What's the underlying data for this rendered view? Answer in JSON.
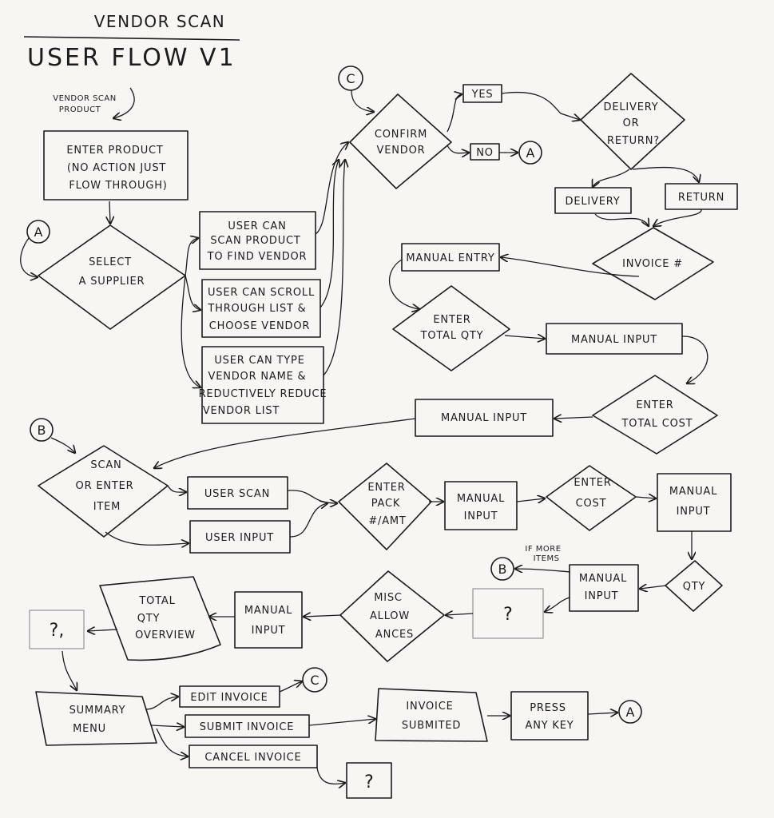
{
  "header": {
    "title_top": "VENDOR SCAN",
    "title_main": "USER FLOW V1"
  },
  "colors": {
    "ink": "#1c1c1c",
    "paper": "#f7f6f2"
  },
  "nodes": {
    "vendor_scan_product": [
      "VENDOR SCAN",
      "PRODUCT"
    ],
    "enter_product": [
      "ENTER PRODUCT",
      "(NO ACTION JUST",
      "FLOW THROUGH)"
    ],
    "select_supplier": [
      "SELECT",
      "A SUPPLIER"
    ],
    "scan_to_find": [
      "USER CAN",
      "SCAN PRODUCT",
      "TO FIND VENDOR"
    ],
    "scroll_list": [
      "USER CAN SCROLL",
      "THROUGH LIST &",
      "CHOOSE VENDOR"
    ],
    "type_name": [
      "USER CAN TYPE",
      "VENDOR NAME &",
      "REDUCTIVELY REDUCE",
      "VENDOR LIST"
    ],
    "confirm_vendor": [
      "CONFIRM",
      "VENDOR"
    ],
    "yes": "YES",
    "no": "NO",
    "delivery_or_return": [
      "DELIVERY",
      "OR",
      "RETURN?"
    ],
    "delivery": "DELIVERY",
    "return": "RETURN",
    "invoice_num": "INVOICE #",
    "manual_entry": "MANUAL ENTRY",
    "enter_total_qty": [
      "ENTER",
      "TOTAL QTY"
    ],
    "manual_input_1": "MANUAL INPUT",
    "enter_total_cost": [
      "ENTER",
      "TOTAL COST"
    ],
    "manual_input_2": "MANUAL INPUT",
    "scan_or_enter": [
      "SCAN",
      "OR ENTER",
      "ITEM"
    ],
    "user_scan": "USER SCAN",
    "user_input": "USER INPUT",
    "enter_pack": [
      "ENTER",
      "PACK",
      "#/AMT"
    ],
    "manual_input_3": [
      "MANUAL",
      "INPUT"
    ],
    "enter_cost": [
      "ENTER",
      "COST"
    ],
    "manual_input_4": [
      "MANUAL",
      "INPUT"
    ],
    "qty": "QTY",
    "manual_input_5": [
      "MANUAL",
      "INPUT"
    ],
    "if_more_items": [
      "IF MORE",
      "ITEMS"
    ],
    "question_1": "?",
    "misc_allowances": [
      "MISC",
      "ALLOW",
      "ANCES"
    ],
    "manual_input_6": [
      "MANUAL",
      "INPUT"
    ],
    "total_qty_overview": [
      "TOTAL",
      "QTY",
      "OVERVIEW"
    ],
    "question_2": "?,",
    "summary_menu": [
      "SUMMARY",
      "MENU"
    ],
    "edit_invoice": "EDIT INVOICE",
    "submit_invoice": "SUBMIT INVOICE",
    "cancel_invoice": "CANCEL INVOICE",
    "question_3": "?",
    "invoice_submitted": [
      "INVOICE",
      "SUBMITED"
    ],
    "press_any_key": [
      "PRESS",
      "ANY KEY"
    ]
  },
  "connectors": {
    "a1": "A",
    "a2": "A",
    "a3": "A",
    "b1": "B",
    "b2": "B",
    "c1": "C",
    "c2": "C"
  }
}
